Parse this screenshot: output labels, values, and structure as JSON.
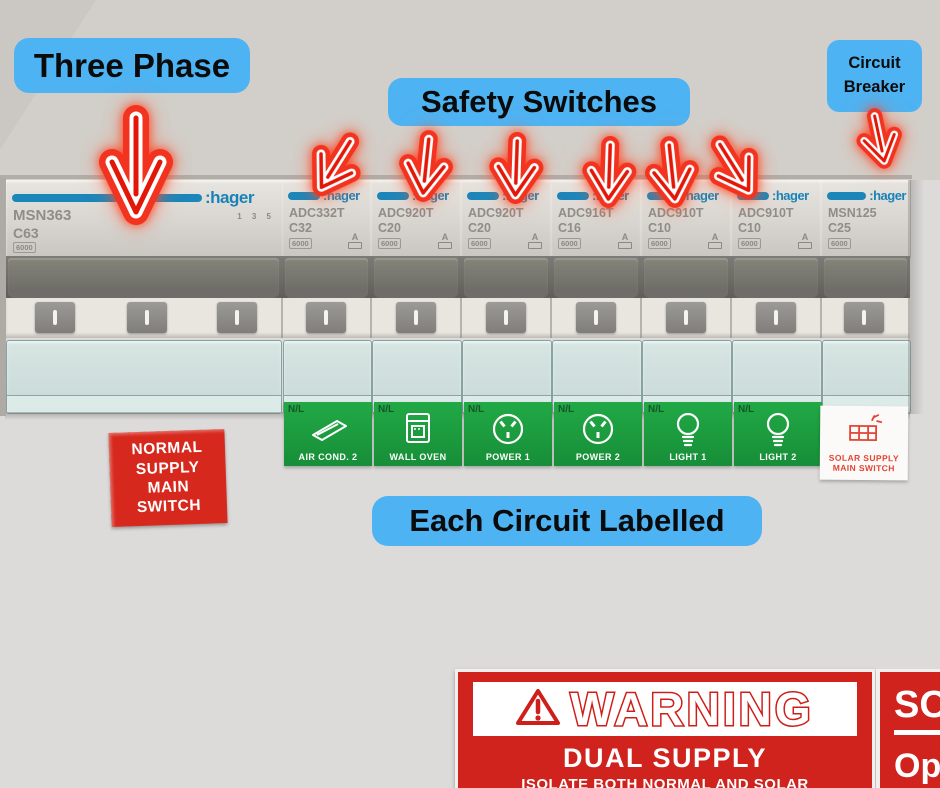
{
  "annotations": {
    "three_phase": "Three Phase",
    "safety_switches": "Safety Switches",
    "circuit_breaker": "Circuit\nBreaker",
    "each_circuit_labelled": "Each Circuit Labelled"
  },
  "panel": {
    "brand": ":hager",
    "breakers": [
      {
        "model": "MSN363",
        "rating": "C63",
        "breaking_capacity": "6000",
        "poles": "1 3 5"
      },
      {
        "model": "ADC332T",
        "rating": "C32",
        "breaking_capacity": "6000",
        "test": "A"
      },
      {
        "model": "ADC920T",
        "rating": "C20",
        "breaking_capacity": "6000",
        "test": "A"
      },
      {
        "model": "ADC920T",
        "rating": "C20",
        "breaking_capacity": "6000",
        "test": "A"
      },
      {
        "model": "ADC916T",
        "rating": "C16",
        "breaking_capacity": "6000",
        "test": "A"
      },
      {
        "model": "ADC910T",
        "rating": "C10",
        "breaking_capacity": "6000",
        "test": "A"
      },
      {
        "model": "ADC910T",
        "rating": "C10",
        "breaking_capacity": "6000",
        "test": "A"
      },
      {
        "model": "MSN125",
        "rating": "C25",
        "breaking_capacity": "6000"
      }
    ],
    "circuit_labels": [
      {
        "nl": "N/L",
        "name": "AIR COND. 2",
        "icon": "air-conditioner-icon"
      },
      {
        "nl": "N/L",
        "name": "WALL OVEN",
        "icon": "wall-oven-icon"
      },
      {
        "nl": "N/L",
        "name": "POWER 1",
        "icon": "power-socket-icon"
      },
      {
        "nl": "N/L",
        "name": "POWER 2",
        "icon": "power-socket-icon"
      },
      {
        "nl": "N/L",
        "name": "LIGHT 1",
        "icon": "light-bulb-icon"
      },
      {
        "nl": "N/L",
        "name": "LIGHT 2",
        "icon": "light-bulb-icon"
      }
    ],
    "solar_label": {
      "text": "SOLAR SUPPLY\nMAIN SWITCH",
      "icon": "solar-panel-icon"
    }
  },
  "stickers": {
    "normal_supply": "NORMAL\nSUPPLY\nMAIN\nSWITCH",
    "warning": {
      "title": "WARNING",
      "subtitle": "DUAL SUPPLY",
      "body": "ISOLATE BOTH NORMAL AND SOLAR"
    },
    "partial_right": {
      "line1": "SO",
      "line2": "Op"
    }
  },
  "colors": {
    "bubble_blue": "#4db3f3",
    "arrow_red": "#ee2c1c",
    "hager_blue": "#1a86ba",
    "circuit_green": "#1ea23e",
    "sticker_red": "#d0231e"
  }
}
